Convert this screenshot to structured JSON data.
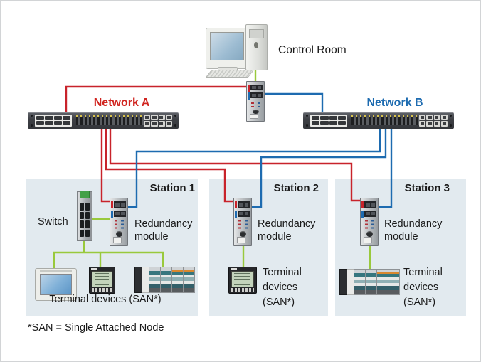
{
  "diagram": {
    "control_room_label": "Control Room",
    "network_a_label": "Network A",
    "network_b_label": "Network B",
    "footnote": "*SAN = Single Attached Node"
  },
  "stations": [
    {
      "name": "Station 1",
      "switch_label": "Switch",
      "module_label": [
        "Redundancy",
        "module"
      ],
      "terminal_label": "Terminal devices (SAN*)"
    },
    {
      "name": "Station 2",
      "module_label": [
        "Redundancy",
        "module"
      ],
      "terminal_label_lines": [
        "Terminal",
        "devices",
        "(SAN*)"
      ]
    },
    {
      "name": "Station 3",
      "module_label": [
        "Redundancy",
        "module"
      ],
      "terminal_label_lines": [
        "Terminal",
        "devices",
        "(SAN*)"
      ]
    }
  ],
  "colors": {
    "network_a_red": "#c8232b",
    "network_b_blue": "#1d6bb0",
    "link_green": "#99c93c",
    "station_box_bg": "#e2eaef"
  }
}
